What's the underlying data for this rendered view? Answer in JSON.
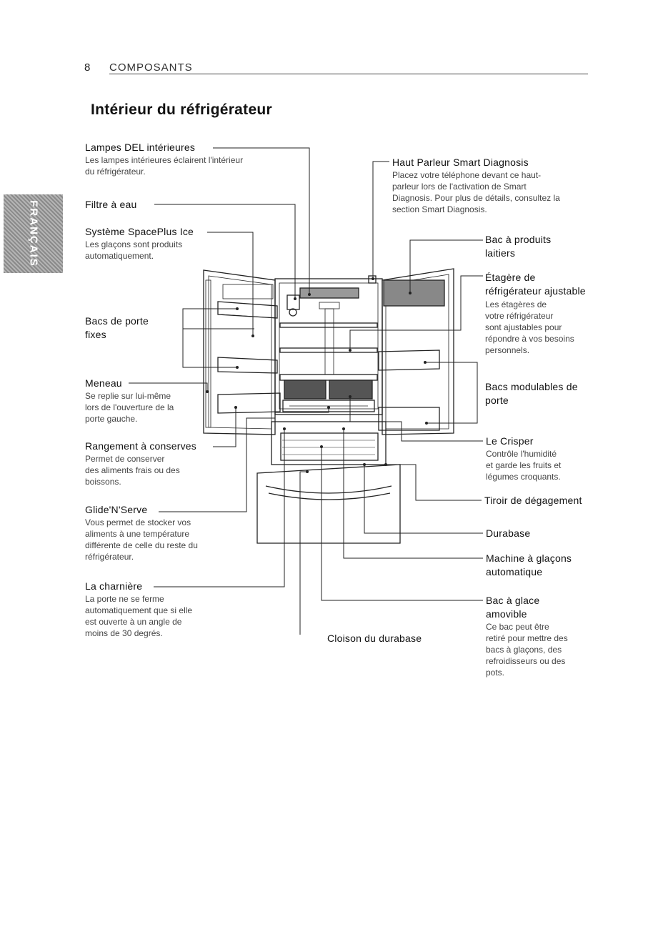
{
  "header": {
    "page_number": "8",
    "section": "COMPOSANTS"
  },
  "title": "Intérieur du réfrigérateur",
  "side_tab": "FRANÇAIS",
  "labels": {
    "lampes": {
      "title": "Lampes DEL intérieures",
      "desc": [
        "Les lampes intérieures éclairent l'intérieur",
        "du réfrigérateur."
      ]
    },
    "filtre": {
      "title": "Filtre à eau"
    },
    "spaceplus": {
      "title": "Système SpacePlus Ice",
      "desc": [
        "Les glaçons sont produits",
        "automatiquement."
      ]
    },
    "bacs_fixes": {
      "title": [
        "Bacs de porte",
        "fixes"
      ]
    },
    "meneau": {
      "title": "Meneau",
      "desc": [
        "Se replie sur lui-même",
        "lors de l'ouverture de la",
        "porte gauche."
      ]
    },
    "conserves": {
      "title": "Rangement à conserves",
      "desc": [
        "Permet de conserver",
        "des aliments frais ou des",
        "boissons."
      ]
    },
    "glide": {
      "title": "Glide'N'Serve",
      "desc": [
        "Vous permet de stocker vos",
        "aliments à une température",
        "différente de celle du  reste du",
        "réfrigérateur."
      ]
    },
    "charniere": {
      "title": "La charnière",
      "desc": [
        "La porte ne se ferme",
        "automatiquement que si elle",
        "est ouverte à un angle de",
        "moins de 30 degrés."
      ]
    },
    "cloison": {
      "title": "Cloison du durabase"
    },
    "haut_parleur": {
      "title": "Haut Parleur Smart Diagnosis",
      "desc": [
        "Placez votre téléphone devant ce haut-",
        "parleur lors de l'activation de Smart",
        "Diagnosis. Pour plus de détails, consultez la",
        "section Smart Diagnosis."
      ]
    },
    "bac_laitiers": {
      "title": [
        "Bac à produits",
        "laitiers"
      ]
    },
    "etagere": {
      "title": [
        "Étagère de",
        "réfrigérateur ajustable"
      ],
      "desc": [
        "Les étagères de",
        "votre réfrigérateur",
        "sont ajustables pour",
        "répondre à vos besoins",
        "personnels."
      ]
    },
    "bacs_modulables": {
      "title": [
        "Bacs modulables de",
        "porte"
      ]
    },
    "crisper": {
      "title": "Le Crisper",
      "desc": [
        "Contrôle l'humidité",
        "et garde les fruits et",
        "légumes croquants."
      ]
    },
    "tiroir": {
      "title": "Tiroir de dégagement"
    },
    "durabase": {
      "title": "Durabase"
    },
    "machine": {
      "title": [
        "Machine à glaçons",
        "automatique"
      ]
    },
    "bac_glace": {
      "title": [
        "Bac à glace",
        "amovible"
      ],
      "desc": [
        "Ce bac peut être",
        "retiré pour mettre des",
        "bacs à glaçons, des",
        "refroidisseurs ou des",
        "pots."
      ]
    }
  }
}
